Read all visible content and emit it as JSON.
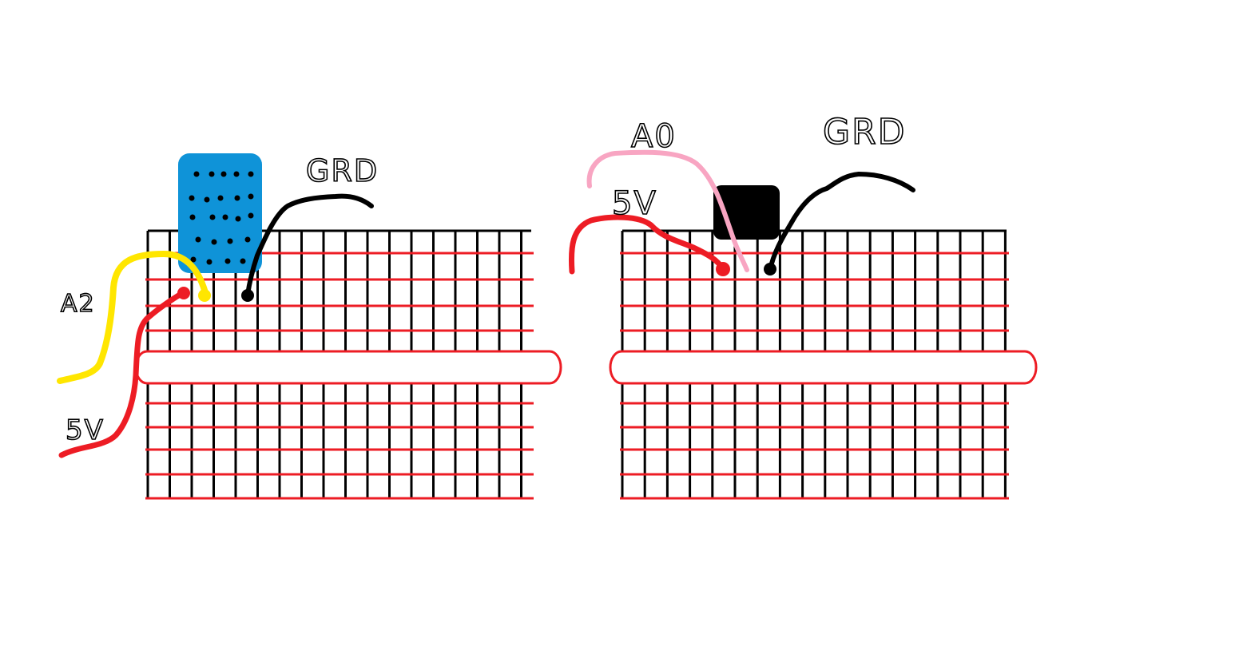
{
  "left_diagram": {
    "labels": {
      "signal": "A2",
      "power": "5V",
      "ground": "GRD"
    }
  },
  "right_diagram": {
    "labels": {
      "signal": "A0",
      "power": "5V",
      "ground": "GRD"
    }
  },
  "colors": {
    "grid_vertical": "#000000",
    "grid_horizontal": "#ed1c24",
    "sensor_body": "#0f93d8",
    "sensor_holes": "#000000",
    "ic_body": "#000000",
    "wire_power": "#ed1c24",
    "wire_ground": "#000000",
    "wire_signal_left": "#ffe600",
    "wire_signal_right": "#f8a5c2",
    "background": "#ffffff"
  },
  "icons": {
    "left_component": "dht-sensor-icon",
    "right_component": "transistor-sensor-icon"
  }
}
